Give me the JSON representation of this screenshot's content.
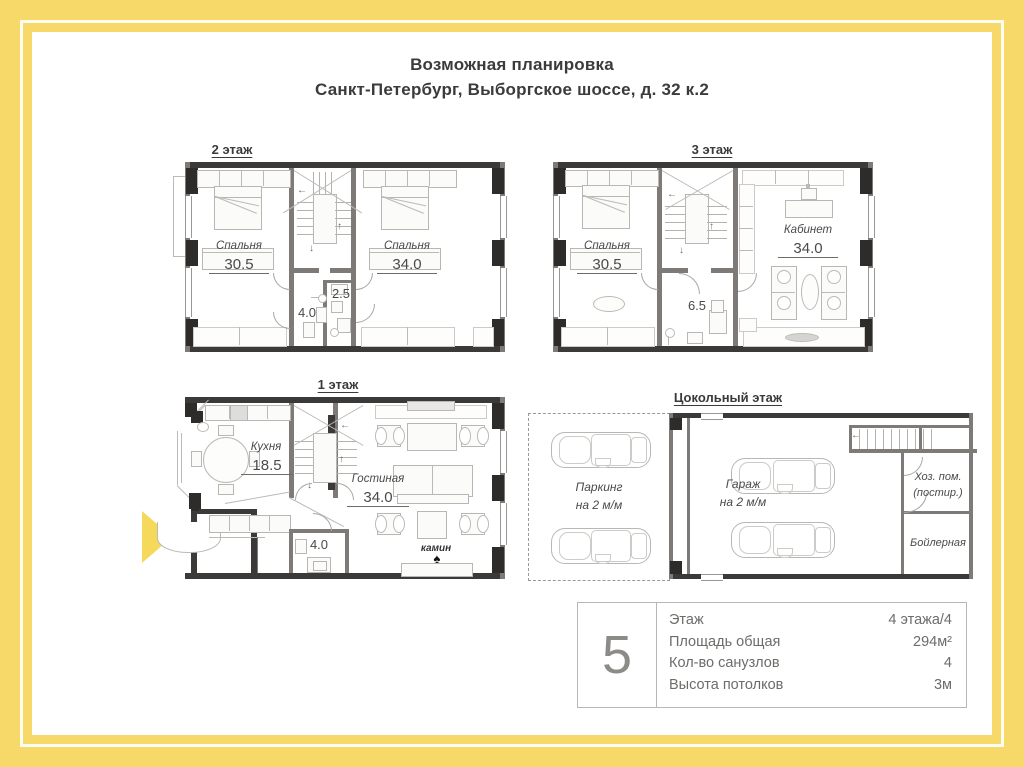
{
  "header": {
    "title_line1": "Возможная планировка",
    "title_line2": "Санкт-Петербург, Выборгское шоссе, д. 32 к.2"
  },
  "floors": [
    {
      "id": "floor2",
      "label": "2 этаж",
      "rooms": [
        {
          "name": "Спальня",
          "area": "30.5"
        },
        {
          "name": "Спальня",
          "area": "34.0"
        },
        {
          "name": "",
          "area": "4.0"
        },
        {
          "name": "",
          "area": "2.5"
        }
      ]
    },
    {
      "id": "floor3",
      "label": "3 этаж",
      "rooms": [
        {
          "name": "Спальня",
          "area": "30.5"
        },
        {
          "name": "Кабинет",
          "area": "34.0"
        },
        {
          "name": "",
          "area": "6.5"
        }
      ]
    },
    {
      "id": "floor1",
      "label": "1 этаж",
      "rooms": [
        {
          "name": "Кухня",
          "area": "18.5"
        },
        {
          "name": "Гостиная",
          "area": "34.0"
        },
        {
          "name": "",
          "area": "4.0"
        }
      ],
      "annotations": [
        {
          "text": "камин"
        }
      ]
    },
    {
      "id": "basement",
      "label": "Цокольный этаж",
      "rooms": [
        {
          "name": "Паркинг",
          "name2": "на 2 м/м"
        },
        {
          "name": "Гараж",
          "name2": "на 2 м/м"
        },
        {
          "name": "Хоз. пом.",
          "name2": "(постир.)"
        },
        {
          "name": "Бойлерная",
          "name2": ""
        }
      ]
    }
  ],
  "info_table": {
    "badge": "5",
    "rows": [
      {
        "label": "Этаж",
        "value": "4 этажа/4"
      },
      {
        "label": "Площадь общая",
        "value": "294м²"
      },
      {
        "label": "Кол-во санузлов",
        "value": "4"
      },
      {
        "label": "Высота потолков",
        "value": "3м"
      }
    ]
  },
  "colors": {
    "frame": "#f7d96a",
    "pointer": "#f5d95b",
    "wall": "#3c3a38",
    "text": "#4a4a4a"
  }
}
